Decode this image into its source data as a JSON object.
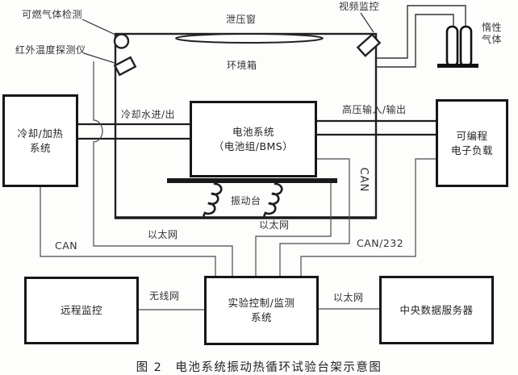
{
  "caption": "图 2　电池系统振动热循环试验台架示意图",
  "chamber": {
    "label": "环境箱",
    "relief_window_label": "泄压窗"
  },
  "sensors": {
    "combustible_gas": "可燃气体检测",
    "infrared_temp": "红外温度探测仪",
    "video_monitor": "视频监控",
    "inert_gas": "惰性\n气体"
  },
  "boxes": {
    "cooling": "冷却/加热\n系统",
    "battery": "电池系统\n（电池组/BMS）",
    "load": "可编程\n电子负载",
    "remote": "远程监控",
    "control": "实验控制/监测\n系统",
    "server": "中央数据服务器"
  },
  "connections": {
    "cooling_water": "冷却水进/出",
    "hv_io": "高压输入/输出",
    "vibration_table": "振动台",
    "can_battery": "CAN",
    "ethernet_left": "以太网",
    "ethernet_right": "以太网",
    "can_left": "CAN",
    "can_232": "CAN/232",
    "wireless": "无线网",
    "ethernet_server": "以太网"
  },
  "colors": {
    "line": "#222222",
    "thin_line": "#4a4a4a",
    "background": "#fdfdfc"
  }
}
